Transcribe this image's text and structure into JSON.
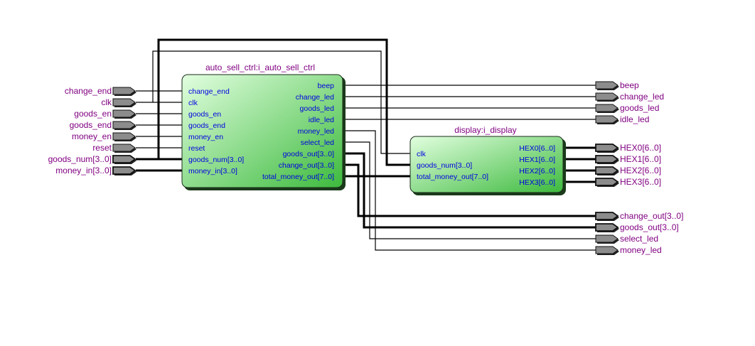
{
  "colors": {
    "pin_label": "#800080",
    "port_label": "#0000e0",
    "wire": "#000000",
    "pin_fill": "#8c8c8c",
    "block_light": "#e2ffe0",
    "block_dark": "#3dba3d"
  },
  "inputs": [
    {
      "name": "change_end",
      "bus": false
    },
    {
      "name": "clk",
      "bus": false
    },
    {
      "name": "goods_en",
      "bus": false
    },
    {
      "name": "goods_end",
      "bus": false
    },
    {
      "name": "money_en",
      "bus": false
    },
    {
      "name": "reset",
      "bus": false
    },
    {
      "name": "goods_num[3..0]",
      "bus": true
    },
    {
      "name": "money_in[3..0]",
      "bus": true
    }
  ],
  "outputs": [
    {
      "name": "beep",
      "bus": false
    },
    {
      "name": "change_led",
      "bus": false
    },
    {
      "name": "goods_led",
      "bus": false
    },
    {
      "name": "idle_led",
      "bus": false
    },
    {
      "name": "HEX0[6..0]",
      "bus": true
    },
    {
      "name": "HEX1[6..0]",
      "bus": true
    },
    {
      "name": "HEX2[6..0]",
      "bus": true
    },
    {
      "name": "HEX3[6..0]",
      "bus": true
    },
    {
      "name": "change_out[3..0]",
      "bus": true
    },
    {
      "name": "goods_out[3..0]",
      "bus": true
    },
    {
      "name": "select_led",
      "bus": false
    },
    {
      "name": "money_led",
      "bus": false
    }
  ],
  "blocks": {
    "auto_sell_ctrl": {
      "title": "auto_sell_ctrl:i_auto_sell_ctrl",
      "in_ports": [
        "change_end",
        "clk",
        "goods_en",
        "goods_end",
        "money_en",
        "reset",
        "goods_num[3..0]",
        "money_in[3..0]"
      ],
      "out_ports": [
        "beep",
        "change_led",
        "goods_led",
        "idle_led",
        "money_led",
        "select_led",
        "goods_out[3..0]",
        "change_out[3..0]",
        "total_money_out[7..0]"
      ]
    },
    "display": {
      "title": "display:i_display",
      "in_ports": [
        "clk",
        "goods_num[3..0]",
        "total_money_out[7..0]"
      ],
      "out_ports": [
        "HEX0[6..0]",
        "HEX1[6..0]",
        "HEX2[6..0]",
        "HEX3[6..0]"
      ]
    }
  }
}
